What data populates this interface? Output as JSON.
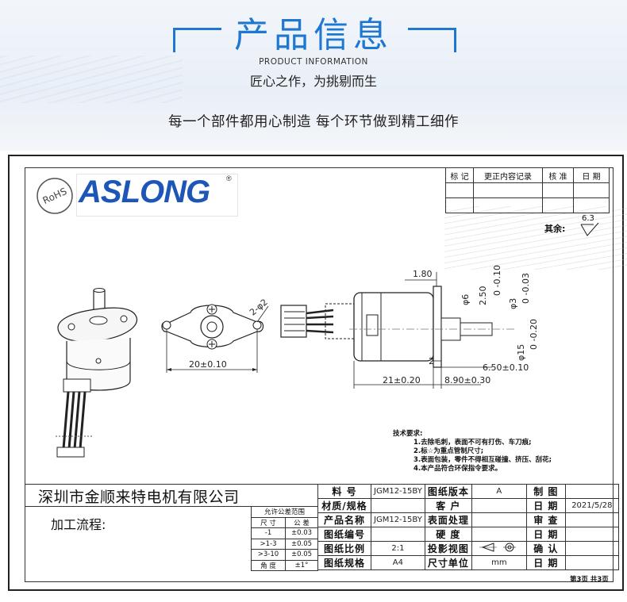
{
  "header": {
    "title": "产品信息",
    "subtitle_en": "PRODUCT INFORMATION",
    "subtitle_cn": "匠心之作，为挑剔而生",
    "tagline": "每一个部件都用心制造  每个环节做到精工细作"
  },
  "logo": {
    "rohs_text": "RoHS",
    "brand": "ASLONG",
    "reg_mark": "®"
  },
  "revision_table": {
    "headers": [
      "标 记",
      "更正内容记录",
      "核 准",
      "日 期"
    ]
  },
  "roughness": {
    "label": "其余:",
    "value": "6.3"
  },
  "dimensions": {
    "front_width": "20±0.10",
    "hole": "2-φ2",
    "top_offset": "1.80",
    "shaft_d1": "φ6",
    "shaft_d1_tol": "0 -0.10",
    "shaft_d2": "φ3",
    "shaft_d2_tol": "0 -0.03",
    "shaft_len": "2.50",
    "body_d": "φ15",
    "body_d_tol": "0 -0.20",
    "shaft_step": "2",
    "shaft_ext": "6.50±0.10",
    "body_len": "21±0.20",
    "flange_len": "8.90±0.30"
  },
  "tech_requirements": {
    "title": "技术要求:",
    "items": [
      "1.去除毛刺，表面不可有打伤、车刀痕;",
      "2.标☆为重点管制尺寸;",
      "3.表面包装，零件不得相互碰撞、挤压、刮花;",
      "4.本产品符合环保指令要求。"
    ]
  },
  "title_block": {
    "company": "深圳市金顺来特电机有限公司",
    "process_label": "加工流程:",
    "tolerance": {
      "title": "允许公差范围",
      "col_size": "尺 寸",
      "col_tol": "公 差",
      "rows": [
        {
          "size": "-1",
          "tol": "±0.03"
        },
        {
          "size": ">1-3",
          "tol": "±0.05"
        },
        {
          "size": ">3-10",
          "tol": "±0.05"
        },
        {
          "size": "角 度",
          "tol": "±1°"
        }
      ]
    },
    "fields": {
      "material_no_label": "料    号",
      "material_no": "JGM12-15BY",
      "drawing_version_label": "图纸版本",
      "drawing_version": "A",
      "draw_label": "制    图",
      "material_spec_label": "材质/规格",
      "customer_label": "客    户",
      "date_label": "日    期",
      "date": "2021/5/28",
      "product_name_label": "产品名称",
      "product_name": "JGM12-15BY",
      "surface_label": "表面处理",
      "review_label": "审    查",
      "drawing_no_label": "图纸编号",
      "hardness_label": "硬    度",
      "date_label2": "日    期",
      "scale_label": "图纸比例",
      "scale": "2:1",
      "projection_label": "投影视图",
      "confirm_label": "确    认",
      "paper_label": "图纸规格",
      "paper": "A4",
      "unit_label": "尺寸单位",
      "unit": "mm",
      "date_label3": "日    期"
    },
    "page_info": "第3页    共3页"
  }
}
